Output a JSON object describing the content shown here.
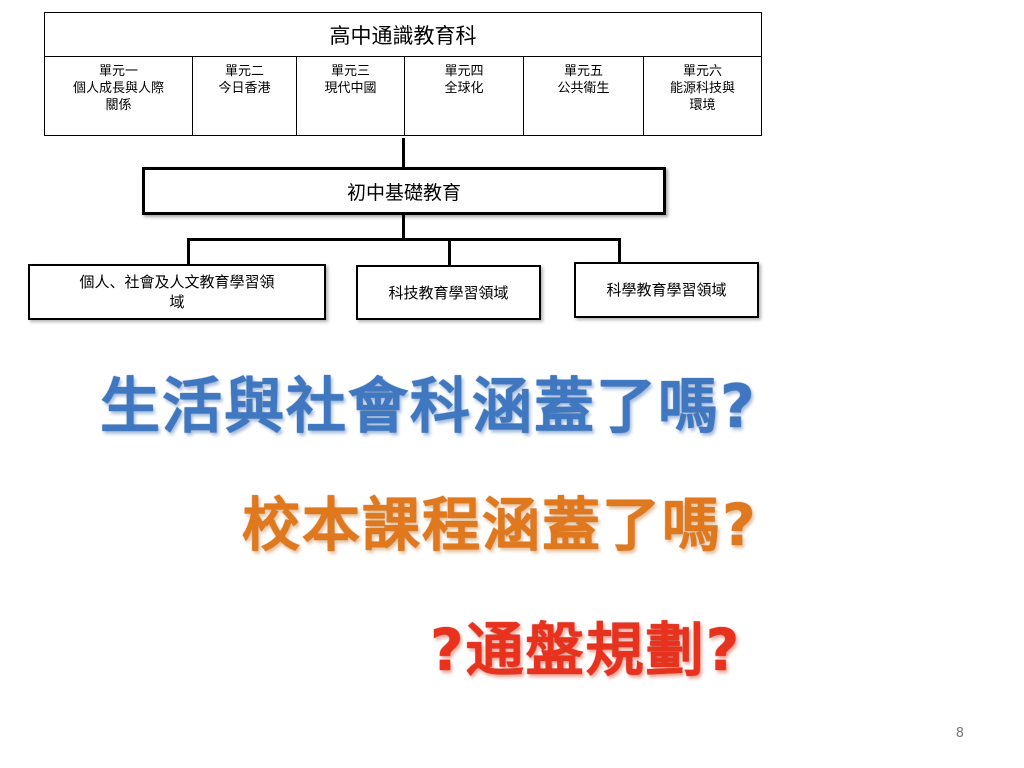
{
  "senior_secondary": {
    "title": "高中通識教育科",
    "units": [
      {
        "number": "單元一",
        "name_lines": [
          "個人成長與人際",
          "關係"
        ]
      },
      {
        "number": "單元二",
        "name_lines": [
          "今日香港"
        ]
      },
      {
        "number": "單元三",
        "name_lines": [
          "現代中國"
        ]
      },
      {
        "number": "單元四",
        "name_lines": [
          "全球化"
        ]
      },
      {
        "number": "單元五",
        "name_lines": [
          "公共衛生"
        ]
      },
      {
        "number": "單元六",
        "name_lines": [
          "能源科技與",
          "環境"
        ]
      }
    ]
  },
  "junior_secondary": {
    "title": "初中基礎教育",
    "areas": [
      {
        "label_lines": [
          "個人、社會及人文教育學習領",
          "域"
        ]
      },
      {
        "label_lines": [
          "科技教育學習領域"
        ]
      },
      {
        "label_lines": [
          "科學教育學習領域"
        ]
      }
    ]
  },
  "questions": {
    "q1": "生活與社會科涵蓋了嗎?",
    "q2": "校本課程涵蓋了嗎?",
    "q3": "?通盤規劃?"
  },
  "colors": {
    "q1": "#3f78c0",
    "q2": "#e0781e",
    "q3": "#e8321e"
  },
  "page_number": "8"
}
